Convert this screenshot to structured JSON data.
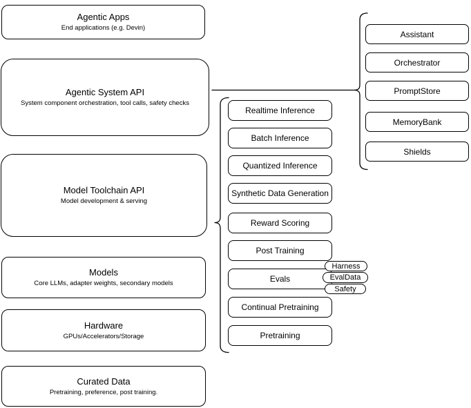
{
  "left_stack": [
    {
      "title": "Agentic Apps",
      "subtitle": "End applications (e.g. Devin)"
    },
    {
      "title": "Agentic System API",
      "subtitle": "System component orchestration, tool calls, safety checks"
    },
    {
      "title": "Model Toolchain API",
      "subtitle": "Model development & serving"
    },
    {
      "title": "Models",
      "subtitle": "Core LLMs, adapter weights, secondary models"
    },
    {
      "title": "Hardware",
      "subtitle": "GPUs/Accelerators/Storage"
    },
    {
      "title": "Curated Data",
      "subtitle": "Pretraining, preference, post training."
    }
  ],
  "toolchain_items": [
    "Realtime Inference",
    "Batch Inference",
    "Quantized Inference",
    "Synthetic Data Generation",
    "Reward Scoring",
    "Post Training",
    "Evals",
    "Continual Pretraining",
    "Pretraining"
  ],
  "evals_badges": [
    "Harness",
    "EvalData",
    "Safety"
  ],
  "system_components": [
    "Assistant",
    "Orchestrator",
    "PromptStore",
    "MemoryBank",
    "Shields"
  ],
  "colors": {
    "line": "#000000",
    "background": "#ffffff",
    "text": "#000000"
  }
}
